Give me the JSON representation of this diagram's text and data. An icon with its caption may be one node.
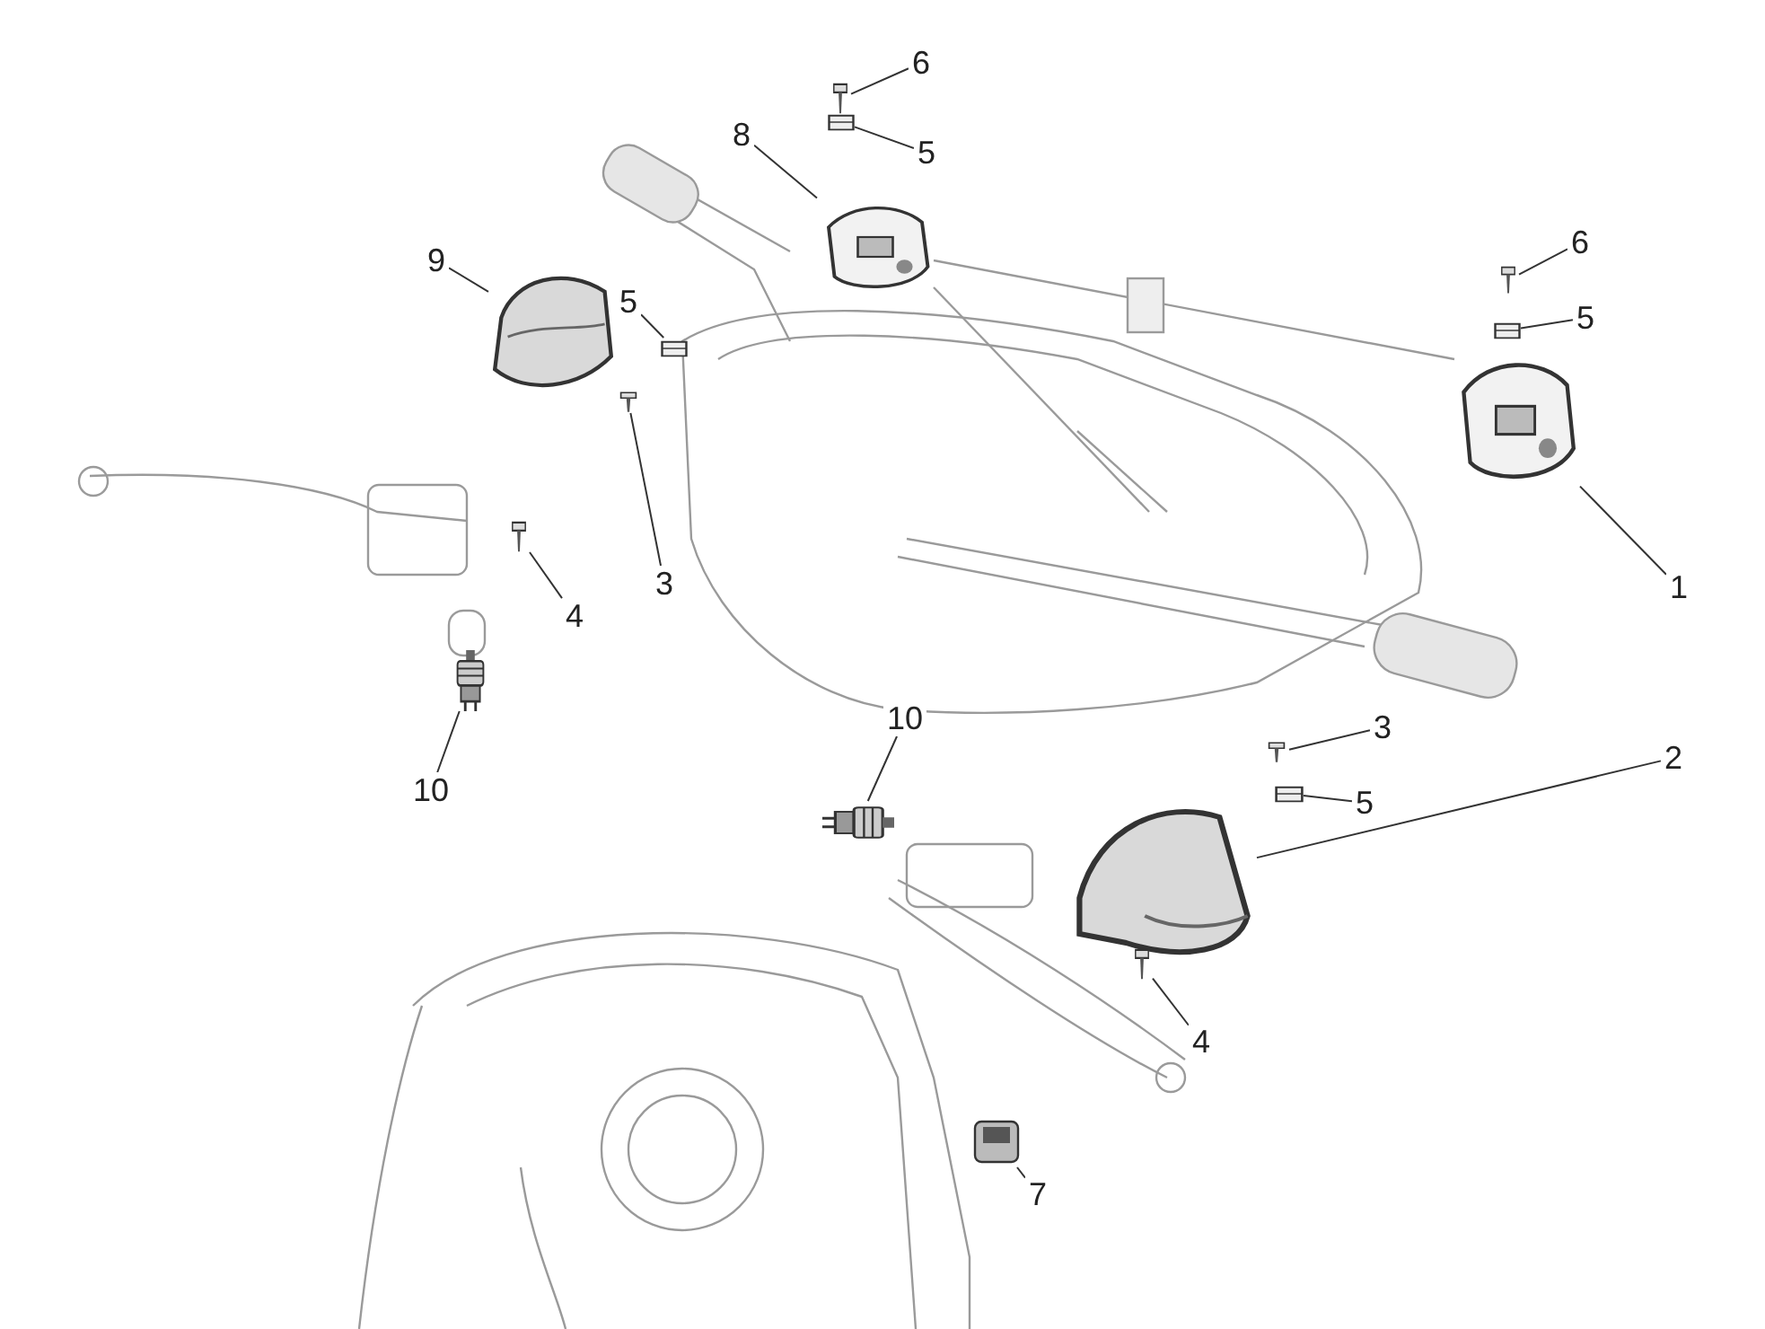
{
  "diagram": {
    "nodes": [
      {
        "text": [
          "6"
        ]
      },
      {
        "text": [
          "5"
        ]
      },
      {
        "text": [
          "8"
        ]
      },
      {
        "text": [
          "6"
        ]
      },
      {
        "text": [
          "5"
        ]
      },
      {
        "text": [
          "9"
        ]
      },
      {
        "text": [
          "5"
        ]
      },
      {
        "text": [
          "3"
        ]
      },
      {
        "text": [
          "4"
        ]
      },
      {
        "text": [
          "1"
        ]
      },
      {
        "text": [
          "10"
        ]
      },
      {
        "text": [
          "3"
        ]
      },
      {
        "text": [
          "5"
        ]
      },
      {
        "text": [
          "2"
        ]
      },
      {
        "text": [
          "10"
        ]
      },
      {
        "text": [
          "4"
        ]
      },
      {
        "text": [
          "7"
        ]
      },
      {
        "text": [],
        "shape": "picture"
      },
      {
        "text": [],
        "shape": "picture"
      },
      {
        "text": [],
        "shape": "picture"
      },
      {
        "text": [],
        "shape": "picture"
      },
      {
        "text": [],
        "shape": "picture"
      },
      {
        "text": [],
        "shape": "picture"
      },
      {
        "text": [],
        "shape": "picture"
      },
      {
        "text": [],
        "shape": "picture"
      },
      {
        "text": [],
        "shape": "picture"
      },
      {
        "text": [],
        "shape": "picture"
      },
      {
        "text": [],
        "shape": "picture"
      },
      {
        "text": [],
        "shape": "picture"
      },
      {
        "text": [],
        "shape": "picture"
      },
      {
        "text": [],
        "shape": "picture"
      },
      {
        "text": [],
        "shape": "picture"
      },
      {
        "text": [],
        "shape": "picture"
      },
      {
        "text": [],
        "shape": "picture"
      }
    ],
    "edges": [
      {
        "from": 0,
        "to": 17,
        "arrow": "none"
      },
      {
        "from": 1,
        "to": 18,
        "arrow": "none"
      },
      {
        "from": 2,
        "to": 19,
        "arrow": "none"
      },
      {
        "from": 3,
        "to": 20,
        "arrow": "none"
      },
      {
        "from": 4,
        "to": 21,
        "arrow": "none"
      },
      {
        "from": 5,
        "to": 22,
        "arrow": "none"
      },
      {
        "from": 6,
        "to": 23,
        "arrow": "none"
      },
      {
        "from": 7,
        "to": 24,
        "arrow": "none"
      },
      {
        "from": 8,
        "to": 25,
        "arrow": "none"
      },
      {
        "from": 9,
        "to": 26,
        "arrow": "none"
      },
      {
        "from": 10,
        "to": 27,
        "arrow": "none"
      },
      {
        "from": 11,
        "to": 28,
        "arrow": "none"
      },
      {
        "from": 12,
        "to": 29,
        "arrow": "none"
      },
      {
        "from": 13,
        "to": 30,
        "arrow": "none"
      },
      {
        "from": 14,
        "to": 31,
        "arrow": "none"
      },
      {
        "from": 15,
        "to": 32,
        "arrow": "none"
      },
      {
        "from": 16,
        "to": 33,
        "arrow": "none"
      }
    ]
  }
}
